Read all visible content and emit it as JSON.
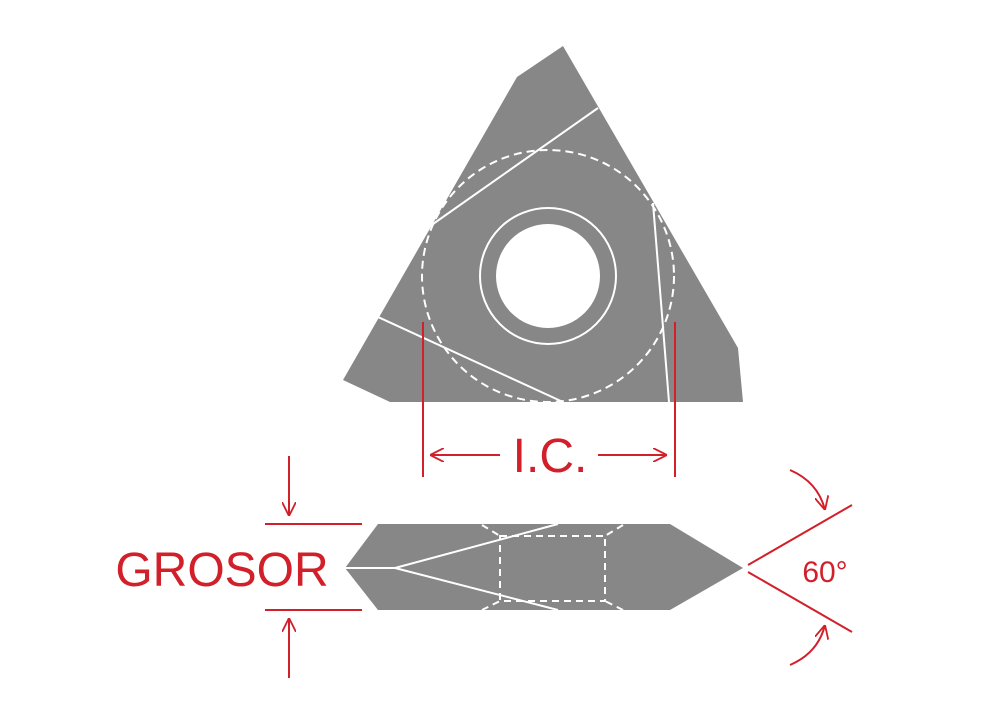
{
  "labels": {
    "ic": "I.C.",
    "thickness": "GROSOR",
    "angle": "60°"
  },
  "colors": {
    "insert": "#878787",
    "dimension": "#d2202a",
    "background": "#ffffff"
  }
}
